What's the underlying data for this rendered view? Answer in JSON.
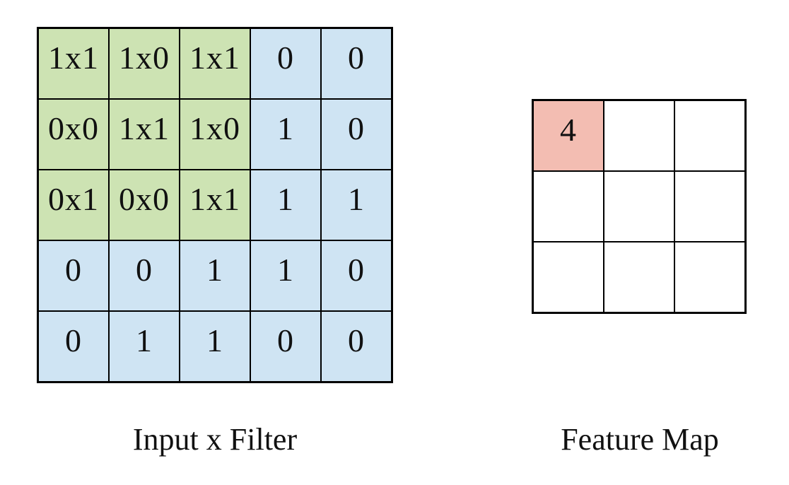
{
  "input_grid": {
    "label": "Input x Filter",
    "rows": [
      [
        "1x1",
        "1x0",
        "1x1",
        "0",
        "0"
      ],
      [
        "0x0",
        "1x1",
        "1x0",
        "1",
        "0"
      ],
      [
        "0x1",
        "0x0",
        "1x1",
        "1",
        "1"
      ],
      [
        "0",
        "0",
        "1",
        "1",
        "0"
      ],
      [
        "0",
        "1",
        "1",
        "0",
        "0"
      ]
    ],
    "filter_region": {
      "row_start": 0,
      "row_end": 2,
      "col_start": 0,
      "col_end": 2
    }
  },
  "feature_map": {
    "label": "Feature Map",
    "rows": [
      [
        "4",
        "",
        ""
      ],
      [
        "",
        "",
        ""
      ],
      [
        "",
        "",
        ""
      ]
    ],
    "highlighted_cell": {
      "row": 0,
      "col": 0
    }
  },
  "colors": {
    "filter_overlap_green": "#cde3b3",
    "input_blue": "#cfe4f3",
    "result_salmon": "#f3bdb2",
    "empty_white": "#ffffff",
    "grid_line": "#000000",
    "background": "#ffffff",
    "text": "#111111"
  }
}
